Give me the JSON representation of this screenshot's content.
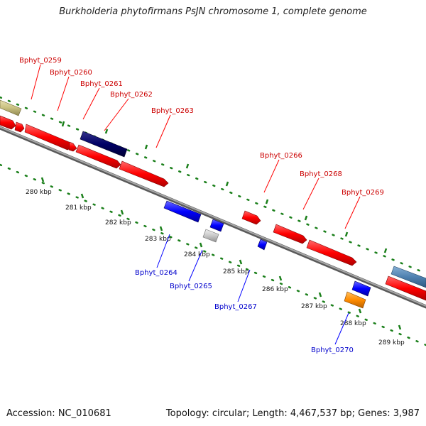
{
  "title": "Burkholderia phytofirmans PsJN chromosome 1, complete genome",
  "accession": "Accession: NC_010681",
  "topology": "Topology: circular; Length: 4,467,537 bp; Genes: 3,987",
  "colors": {
    "forward_gene": "#ff0000",
    "reverse_gene": "#0000ff",
    "forward_label": "#cc0000",
    "reverse_label": "#0000cc",
    "backbone": "#888888",
    "tick": "#1a7f1a",
    "navy_gene": "#000066",
    "steelblue_gene": "#4f81b0",
    "orange_gene": "#ff8c00",
    "grey_gene": "#c8c8c8",
    "olive_gene": "#c8c080"
  },
  "scale_labels": [
    "280 kbp",
    "281 kbp",
    "282 kbp",
    "283 kbp",
    "284 kbp",
    "285 kbp",
    "286 kbp",
    "287 kbp",
    "288 kbp",
    "289 kbp"
  ],
  "genes_forward": [
    "Bphyt_0259",
    "Bphyt_0260",
    "Bphyt_0261",
    "Bphyt_0262",
    "Bphyt_0263",
    "Bphyt_0266",
    "Bphyt_0268",
    "Bphyt_0269"
  ],
  "genes_reverse": [
    "Bphyt_0264",
    "Bphyt_0265",
    "Bphyt_0267",
    "Bphyt_0270"
  ]
}
